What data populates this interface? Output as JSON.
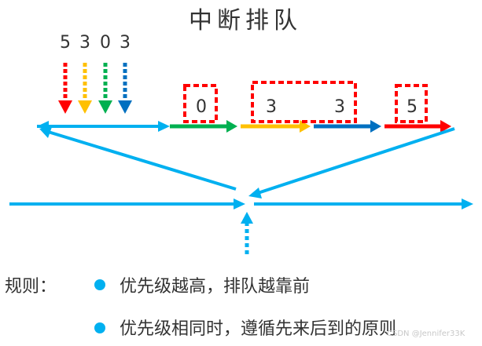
{
  "title": "中断排队",
  "incoming_priorities": [
    {
      "value": "5",
      "color": "#ff0000"
    },
    {
      "value": "3",
      "color": "#ffc000"
    },
    {
      "value": "0",
      "color": "#00b050"
    },
    {
      "value": "3",
      "color": "#0070c0"
    }
  ],
  "queue": [
    {
      "value": "0",
      "color": "#00b050"
    },
    {
      "value": "3",
      "color": "#ffc000"
    },
    {
      "value": "3",
      "color": "#0070c0"
    },
    {
      "value": "5",
      "color": "#ff0000"
    }
  ],
  "colors": {
    "flow": "#00b0f0",
    "highlight_box": "#ff0000",
    "text": "#333333"
  },
  "rules": {
    "label": "规则：",
    "items": [
      "优先级越高，排队越靠前",
      "优先级相同时，遵循先来后到的原则"
    ]
  },
  "watermark": "CSDN @Jennifer33K"
}
